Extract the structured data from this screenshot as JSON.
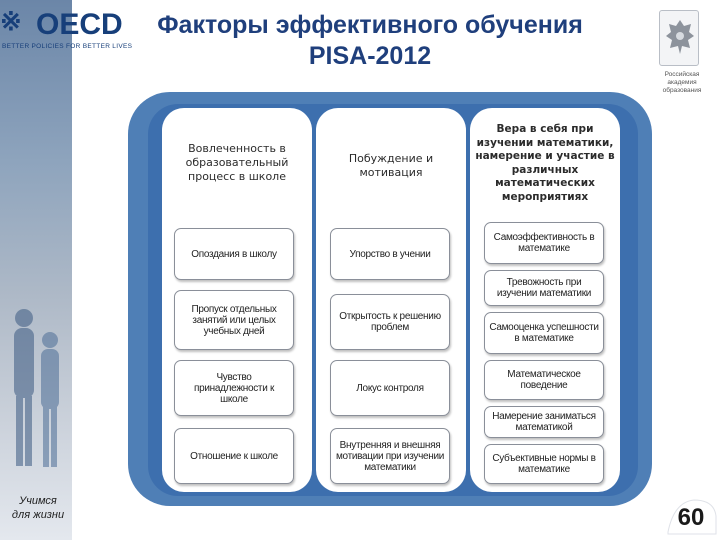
{
  "header": {
    "title_line1": "Факторы эффективного обучения",
    "title_line2": "PISA-2012",
    "org_logo": "OECD",
    "org_tagline": "BETTER POLICIES FOR BETTER LIVES",
    "academy_line1": "Российская",
    "academy_line2": "академия",
    "academy_line3": "образования"
  },
  "columns": [
    {
      "heading": [
        "Вовлеченность в",
        "образовательный",
        "процесс в школе"
      ],
      "items": [
        "Опоздания в школу",
        "Пропуск отдельных занятий или целых учебных дней",
        "Чувство принадлежности к школе",
        "Отношение к школе"
      ]
    },
    {
      "heading": [
        "Побуждение и",
        "мотивация"
      ],
      "items": [
        "Упорство в учении",
        "Открытость к решению проблем",
        "Локус контроля",
        "Внутренняя и внешняя мотивации при изучении математики"
      ]
    },
    {
      "heading": [
        "Вера в себя при",
        "изучении математики,",
        "намерение и участие в",
        "различных",
        "математических",
        "мероприятиях"
      ],
      "items": [
        "Самоэффективность в математике",
        "Тревожность при изучении математики",
        "Самооценка успешности в математике",
        "Математическое поведение",
        "Намерение заниматься математикой",
        "Субъективные нормы в математике"
      ]
    }
  ],
  "footer": {
    "motto_line1": "Учимся",
    "motto_line2": "для жизни",
    "page_number": "60"
  },
  "colors": {
    "title": "#1f3f7c",
    "panel_outer": "#4f7fb6",
    "panel_inner": "#3d6fae",
    "column": "#ffffff",
    "box_border": "#8a8f99"
  }
}
